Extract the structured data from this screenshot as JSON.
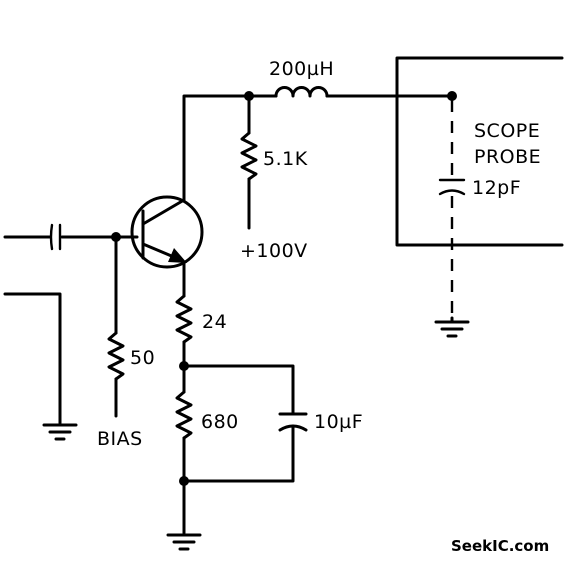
{
  "labels": {
    "inductor": "200µH",
    "r_collector": "5.1K",
    "supply": "+100V",
    "scope_line1": "SCOPE",
    "scope_line2": "PROBE",
    "probe_cap": "12pF",
    "r_emitter": "24",
    "r_bias": "50",
    "bias": "BIAS",
    "r_emitter2": "680",
    "c_bypass": "10µF"
  },
  "watermark": "SeekIC.com"
}
